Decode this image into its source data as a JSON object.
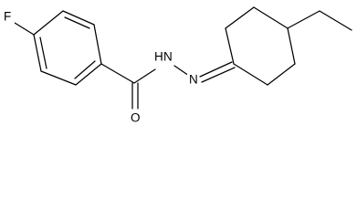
{
  "structure": {
    "atom_labels": {
      "fluorine": "F",
      "carbonyl_oxygen": "O",
      "amide_nitrogen": "N",
      "amide_hydrogen": "H",
      "imine_nitrogen": "N"
    }
  }
}
